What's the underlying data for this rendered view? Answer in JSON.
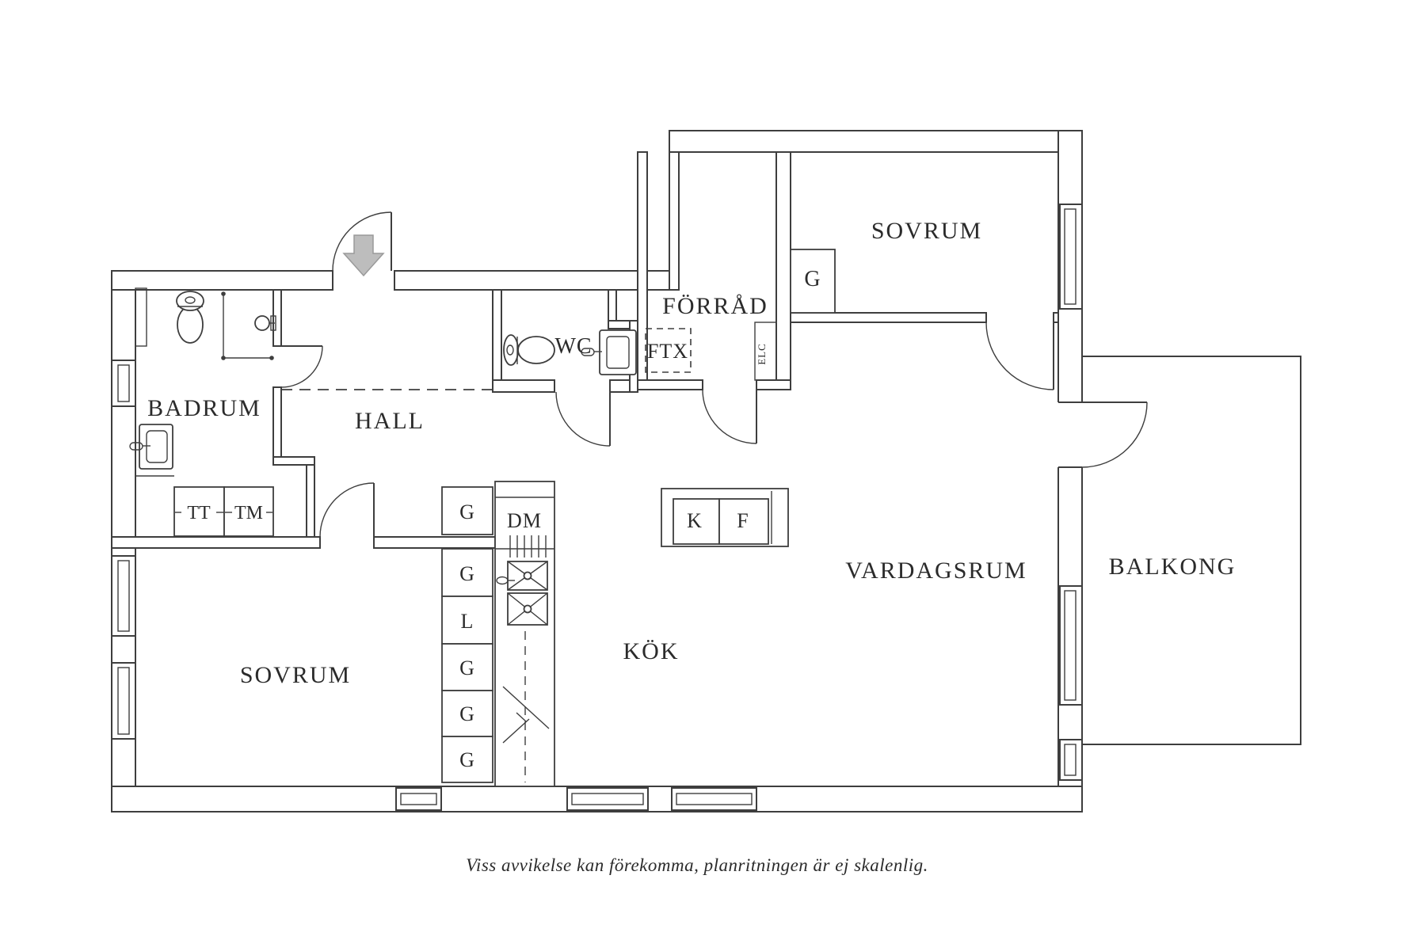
{
  "plan": {
    "type": "apartment-floor-plan",
    "caption": "Viss avvikelse kan förekomma, planritningen är ej skalenlig.",
    "rooms": {
      "badrum": "BADRUM",
      "hall": "HALL",
      "wc": "WC",
      "forrad": "FÖRRÅD",
      "sovrum_right": "SOVRUM",
      "vardagsrum": "VARDAGSRUM",
      "kok": "KÖK",
      "sovrum_left": "SOVRUM",
      "balkong": "BALKONG"
    },
    "fixtures": {
      "ftx": "FTX",
      "elc": "ELC",
      "tt": "TT",
      "tm": "TM",
      "dm": "DM",
      "k": "K",
      "f": "F",
      "g_sovrum": "G"
    },
    "closet_column": {
      "closet_1": "G",
      "closet_2": "G",
      "closet_3": "L",
      "closet_4": "G",
      "closet_5": "G",
      "closet_6": "G"
    }
  },
  "colors": {
    "line": "#3e3e3e",
    "text": "#2b2b2b",
    "arrow_fill": "#bdbdbd",
    "arrow_stroke": "#9a9a9a",
    "background": "#ffffff"
  }
}
